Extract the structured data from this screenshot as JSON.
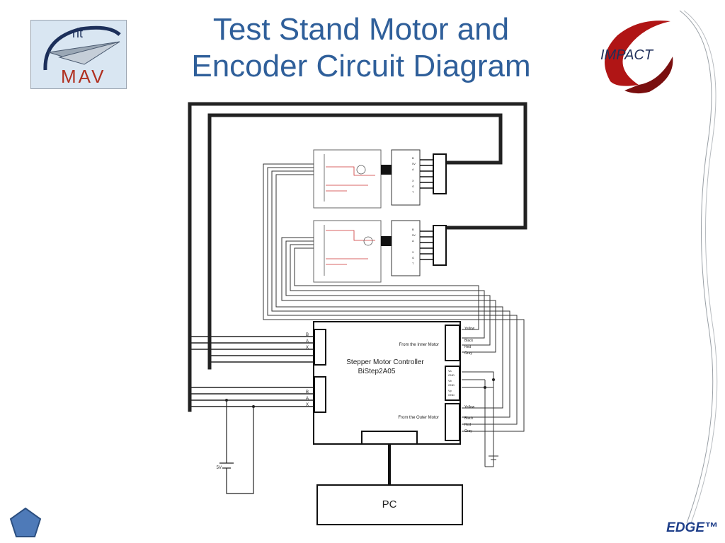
{
  "slide": {
    "title_line1": "Test Stand Motor and",
    "title_line2": "Encoder Circuit Diagram",
    "footer_brand": "EDGE™"
  },
  "logos": {
    "rit_top": "rit",
    "rit_bottom": "MAV",
    "impact": "IMPACT"
  },
  "diagram": {
    "controller_name": "Stepper Motor Controller",
    "controller_model": "BiStep2A05",
    "inner_motor_label": "From the Inner Motor",
    "outer_motor_label": "From the Outer Motor",
    "pc_label": "PC",
    "voltage_label": "5V",
    "encoder_pins": [
      "B",
      "A",
      "X"
    ],
    "wire_colors": [
      "Yellow",
      "Black",
      "Red",
      "Gray"
    ],
    "connector_pins": [
      "B",
      "5V",
      "A",
      "X",
      "G",
      "T"
    ],
    "mid_pins": [
      "Va",
      "GND",
      "Vb",
      "GND",
      "Vp",
      "GND"
    ]
  }
}
